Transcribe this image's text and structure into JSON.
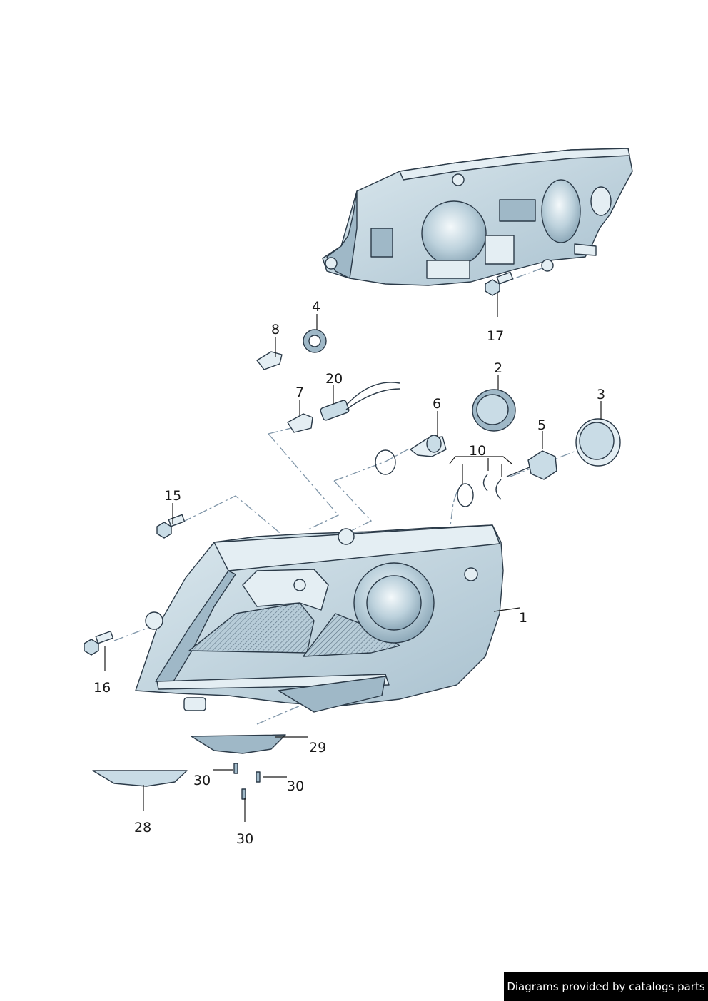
{
  "diagram": {
    "title": "",
    "parts": [
      {
        "ref": "1",
        "name": "headlamp"
      },
      {
        "ref": "2",
        "name": "cap"
      },
      {
        "ref": "3",
        "name": "cover"
      },
      {
        "ref": "4",
        "name": "grommet"
      },
      {
        "ref": "5",
        "name": "xenon-bulb"
      },
      {
        "ref": "6",
        "name": "halogen-bulb"
      },
      {
        "ref": "7",
        "name": "bulb"
      },
      {
        "ref": "8",
        "name": "bulb"
      },
      {
        "ref": "10",
        "name": "ring-and-clips"
      },
      {
        "ref": "15",
        "name": "screw"
      },
      {
        "ref": "16",
        "name": "screw"
      },
      {
        "ref": "17",
        "name": "screw"
      },
      {
        "ref": "20",
        "name": "bulb-holder"
      },
      {
        "ref": "28",
        "name": "trim"
      },
      {
        "ref": "29",
        "name": "cover-strip"
      },
      {
        "ref": "30",
        "name": "screw"
      }
    ]
  },
  "labels": {
    "l1": "1",
    "l2": "2",
    "l3": "3",
    "l4": "4",
    "l5": "5",
    "l6": "6",
    "l7": "7",
    "l8": "8",
    "l10": "10",
    "l15": "15",
    "l16": "16",
    "l17": "17",
    "l20": "20",
    "l28": "28",
    "l29": "29",
    "l30a": "30",
    "l30b": "30",
    "l30c": "30"
  },
  "watermark": "Diagrams provided by catalogs parts",
  "colors": {
    "part_fill": "#c9dce6",
    "part_shadow": "#9fb8c7",
    "outline": "#2b3a48",
    "dash_line": "#7f95a8"
  }
}
